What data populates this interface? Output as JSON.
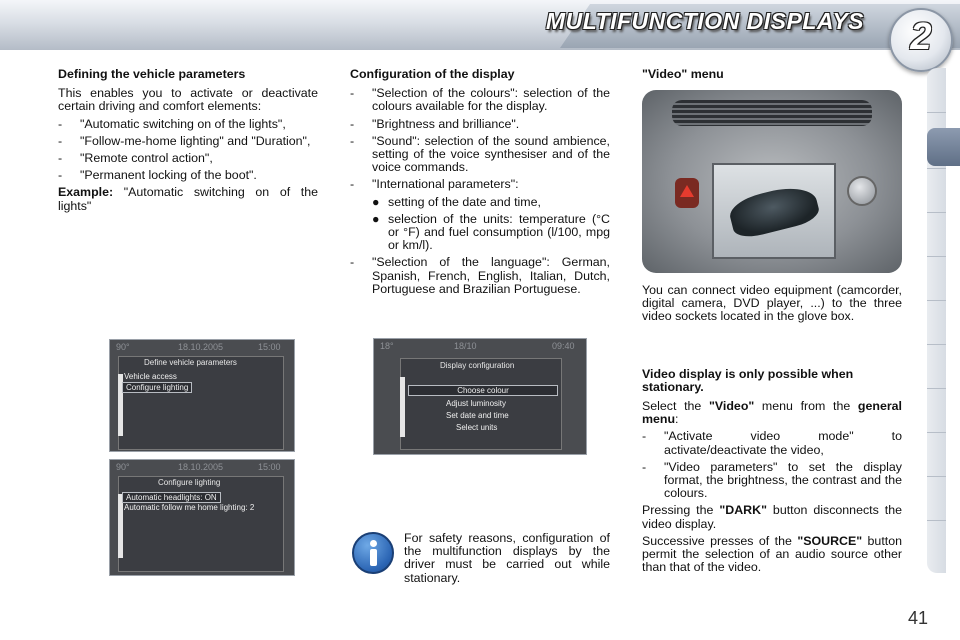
{
  "header": {
    "title": "MULTIFUNCTION DISPLAYS",
    "chapter": "2"
  },
  "col1": {
    "heading": "Defining the vehicle parameters",
    "intro": "This enables you to activate or deactivate certain driving and comfort elements:",
    "items": [
      "\"Automatic switching on of the lights\",",
      "\"Follow-me-home lighting\" and \"Duration\",",
      "\"Remote control action\",",
      "\"Permanent locking of the boot\"."
    ],
    "dash": "-",
    "example_label": "Example:",
    "example_text": "\"Automatic switching on of the lights\""
  },
  "col2": {
    "heading": "Configuration of the display",
    "dash": "-",
    "bullet": "●",
    "item1": "\"Selection of the colours\": selection of the colours available for the display.",
    "item2": "\"Brightness and brilliance\".",
    "item3": "\"Sound\": selection of the sound ambience, setting of the voice synthesiser and of the voice commands.",
    "item4": "\"International parameters\":",
    "sub1": "setting of the date and time,",
    "sub2": "selection of the units: temperature (°C or °F) and fuel consumption (l/100, mpg or km/l).",
    "item5": "\"Selection of the language\": German, Spanish, French, English, Italian, Dutch, Portuguese and Brazilian Portuguese."
  },
  "col3": {
    "heading": "\"Video\" menu",
    "para1": "You can connect video equipment (camcorder, digital camera, DVD player, ...) to the three video sockets located in the glove box.",
    "heading2": "Video display is only possible when stationary.",
    "select_pre": "Select the ",
    "select_bold1": "\"Video\"",
    "select_mid": " menu from the ",
    "select_bold2": "general menu",
    "select_post": ":",
    "dash": "-",
    "item1": "\"Activate video mode\" to activate/deactivate the video,",
    "item2": "\"Video parameters\" to set the display format, the brightness, the contrast and the colours.",
    "dark_pre": "Pressing the ",
    "dark_bold": "\"DARK\"",
    "dark_post": " button disconnects the video display.",
    "source_pre": "Successive presses of the ",
    "source_bold": "\"SOURCE\"",
    "source_post": " button permit the selection of an audio source other than that of the video."
  },
  "info": {
    "text": "For safety reasons, configuration of the multifunction displays by the driver must be carried out while stationary."
  },
  "screen1": {
    "topbar_left": "90°",
    "topbar_mid": "18.10.2005",
    "topbar_right": "15:00",
    "title": "Define vehicle parameters",
    "row1": "Vehicle access",
    "row2": "Configure lighting"
  },
  "screen2": {
    "topbar_left": "90°",
    "topbar_mid": "18.10.2005",
    "topbar_right": "15:00",
    "title": "Configure lighting",
    "row1": "Automatic headlights: ON",
    "row2": "Automatic follow me home lighting: 2"
  },
  "screen3": {
    "topbar_left": "18°",
    "topbar_mid": "18/10",
    "topbar_right": "09:40",
    "title": "Display configuration",
    "row1": "Choose colour",
    "row2": "Adjust luminosity",
    "row3": "Set date and time",
    "row4": "Select units"
  },
  "icons": {
    "info": "info-icon"
  },
  "page_number": "41"
}
